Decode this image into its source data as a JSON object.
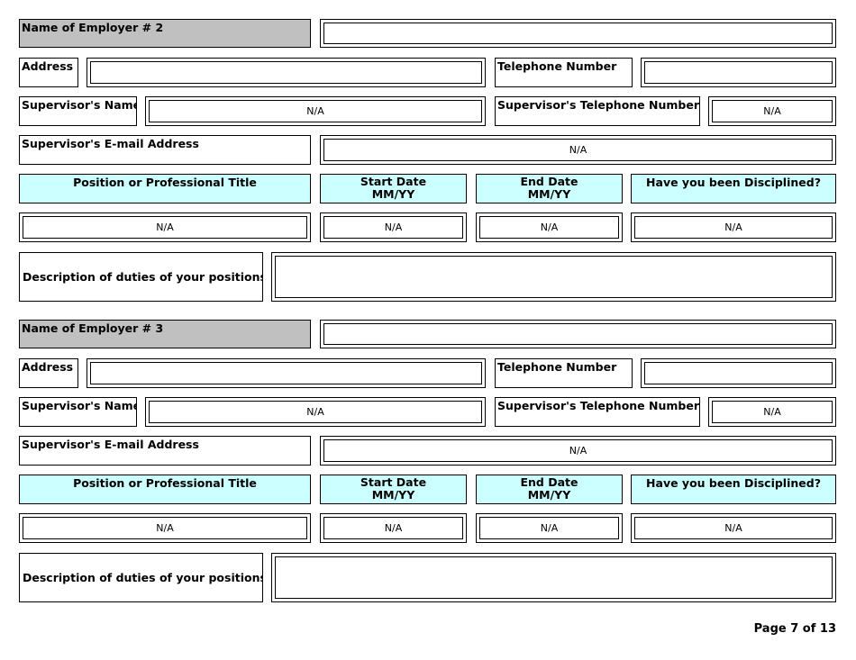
{
  "employer2": {
    "employer_label": "Name of Employer # 2",
    "employer_value": "",
    "address_label": "Address",
    "address_value": "",
    "telephone_label": "Telephone Number",
    "telephone_value": "",
    "supervisor_name_label": "Supervisor's Name",
    "supervisor_name_value": "N/A",
    "supervisor_phone_label": "Supervisor's Telephone Number",
    "supervisor_phone_value": "N/A",
    "supervisor_email_label": "Supervisor's E-mail Address",
    "supervisor_email_value": "N/A",
    "position_header": "Position or Professional Title",
    "start_header_1": "Start Date",
    "start_header_2": "MM/YY",
    "end_header_1": "End Date",
    "end_header_2": "MM/YY",
    "disciplined_header": "Have you been Disciplined?",
    "position_value": "N/A",
    "start_value": "N/A",
    "end_value": "N/A",
    "disciplined_value": "N/A",
    "description_label": "Description of duties of your positions:",
    "description_value": ""
  },
  "employer3": {
    "employer_label": "Name of Employer # 3",
    "employer_value": "",
    "address_label": "Address",
    "address_value": "",
    "telephone_label": "Telephone Number",
    "telephone_value": "",
    "supervisor_name_label": "Supervisor's Name",
    "supervisor_name_value": "N/A",
    "supervisor_phone_label": "Supervisor's Telephone Number",
    "supervisor_phone_value": "N/A",
    "supervisor_email_label": "Supervisor's E-mail Address",
    "supervisor_email_value": "N/A",
    "position_header": "Position or Professional Title",
    "start_header_1": "Start Date",
    "start_header_2": "MM/YY",
    "end_header_1": "End Date",
    "end_header_2": "MM/YY",
    "disciplined_header": "Have you been Disciplined?",
    "position_value": "N/A",
    "start_value": "N/A",
    "end_value": "N/A",
    "disciplined_value": "N/A",
    "description_label": "Description of duties of your positions:",
    "description_value": ""
  },
  "footer": {
    "page_label": "Page 7 of 13"
  }
}
